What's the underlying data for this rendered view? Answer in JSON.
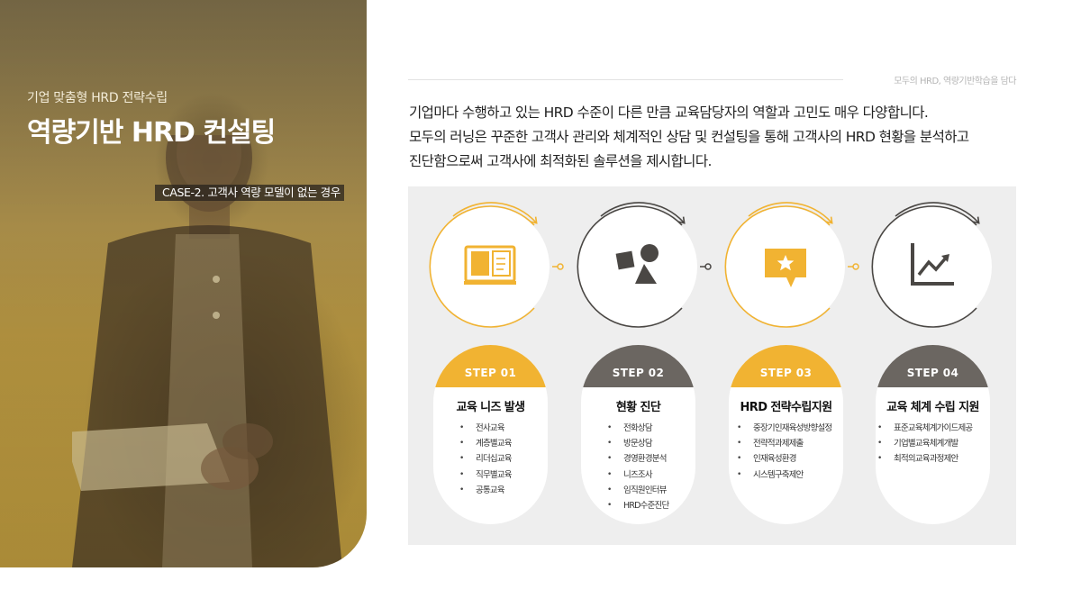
{
  "hero": {
    "subtitle": "기업 맞춤형 HRD 전략수립",
    "title": "역량기반 HRD 컨설팅",
    "case_label": "CASE-2. 고객사 역량 모델이 없는 경우"
  },
  "tagline": "모두의 HRD, 역량기반학습을 담다",
  "intro": {
    "line1": "기업마다 수행하고 있는 HRD 수준이 다른 만큼 교육담당자의 역할과 고민도 매우 다양합니다.",
    "line2": "모두의 러닝은 꾸준한 고객사 관리와 체계적인 상담 및 컨설팅을 통해 고객사의 HRD 현황을 분석하고",
    "line3": "진단함으로써 고객사에 최적화된 솔루션을 제시합니다."
  },
  "colors": {
    "accent": "#f1b332",
    "dark": "#6b6661",
    "icon_gold": "#f1b332",
    "icon_dark": "#4a4744",
    "panel_bg": "#eeeeee"
  },
  "steps": [
    {
      "label": "STEP 01",
      "title": "교육 니즈 발생",
      "icon": "book-icon",
      "theme": "gold",
      "items": [
        "전사교육",
        "계층별교육",
        "리더십교육",
        "직무별교육",
        "공통교육"
      ]
    },
    {
      "label": "STEP 02",
      "title": "현황 진단",
      "icon": "shapes-icon",
      "theme": "dark",
      "items": [
        "전화상담",
        "방문상담",
        "경영환경분석",
        "니즈조사",
        "임직원인터뷰",
        "HRD수준진단"
      ]
    },
    {
      "label": "STEP 03",
      "title": "HRD 전략수립지원",
      "icon": "star-message-icon",
      "theme": "gold",
      "items": [
        "중장기인재육성방향설정",
        "전략적과제제출",
        "인재육성환경",
        "시스템구축제안"
      ]
    },
    {
      "label": "STEP 04",
      "title": "교육 체계 수립 지원",
      "icon": "growth-chart-icon",
      "theme": "dark",
      "items": [
        "표준교육체계가이드제공",
        "기업별교육체계개발",
        "최적의교육과정제안"
      ]
    }
  ]
}
